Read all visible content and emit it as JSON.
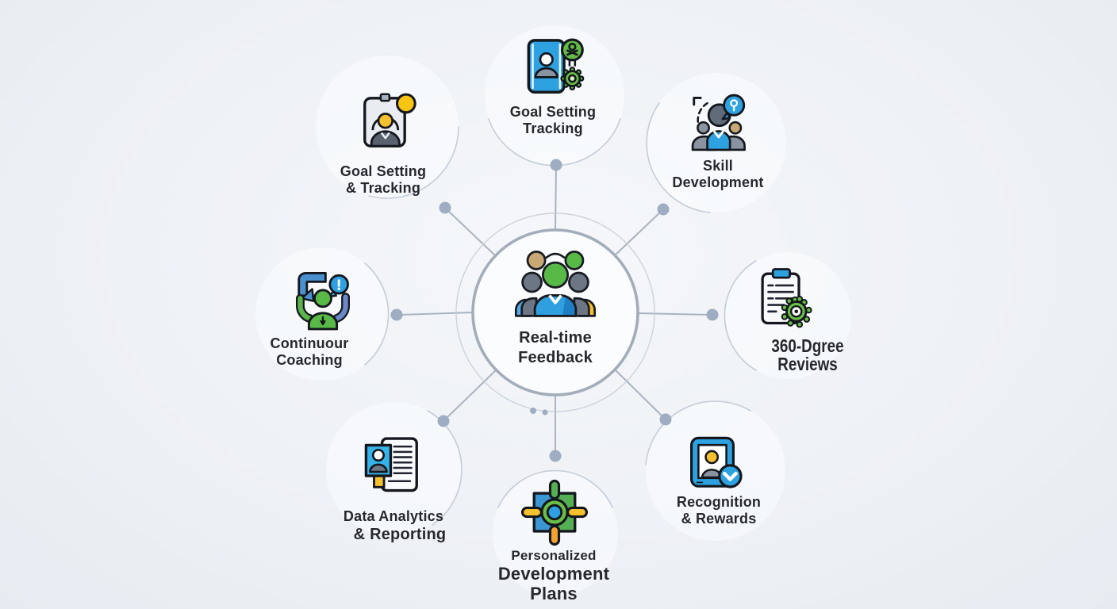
{
  "diagram": {
    "title": "Real-time Feedback performance management diagram",
    "center": {
      "line1": "Real-time",
      "line2": "Feedback",
      "icon": "team-people-icon"
    },
    "nodes": [
      {
        "id": "goal-setting-tracking-top",
        "line1": "Goal Setting",
        "line2": "Tracking",
        "icon": "profile-tablet-gear-icon"
      },
      {
        "id": "skill-development",
        "line1": "Skill",
        "line2": "Development",
        "icon": "mentor-idea-bubble-icon"
      },
      {
        "id": "360-degree-reviews",
        "line1": "360-Dgree",
        "line2": "Reviews",
        "icon": "clipboard-gear-icon"
      },
      {
        "id": "recognition-rewards",
        "line1": "Recognition",
        "line2": "& Rewards",
        "icon": "portrait-badge-check-icon"
      },
      {
        "id": "personalized-development-plans",
        "line1": "Personalized",
        "line2": "Development Plans",
        "icon": "plan-module-icon"
      },
      {
        "id": "data-analytics-reporting",
        "line1": "Data Analytics",
        "line2": "& Reporting",
        "icon": "report-id-card-icon"
      },
      {
        "id": "continuous-coaching",
        "line1": "Continuour",
        "line2": "Coaching",
        "icon": "coaching-cycle-icon"
      },
      {
        "id": "goal-setting-tracking-left",
        "line1": "Goal Setting",
        "line2": "& Tracking",
        "icon": "target-profile-card-icon"
      }
    ],
    "colors": {
      "background": "#eef1f5",
      "connector_line": "#a9b3c1",
      "connector_dot": "#9fadc2",
      "hub_ring": "#a3adb9",
      "satellite_arc": "#c5cdd7",
      "outline": "#14171d",
      "accent_blue": "#2ea2e0",
      "accent_green": "#62bb46",
      "accent_yellow": "#f6c02e",
      "accent_orange": "#f0a32f",
      "neutral_gray": "#6d7684",
      "skin_tan": "#c9a876",
      "text": "#26282d"
    }
  }
}
